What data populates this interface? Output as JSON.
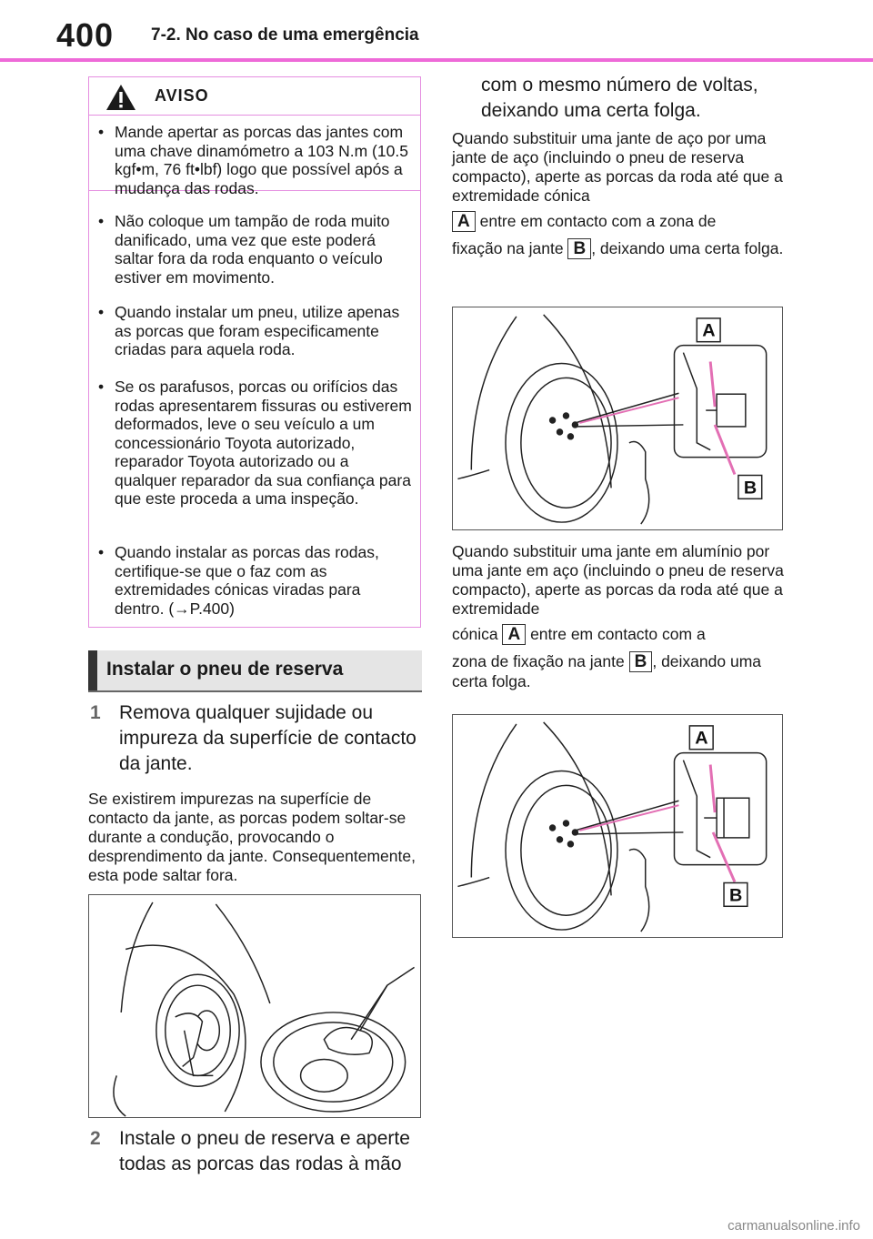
{
  "header": {
    "page_number": "400",
    "section": "7-2. No caso de uma emergência"
  },
  "warning": {
    "title": "AVISO",
    "items": [
      "Mande apertar as porcas das jantes com uma chave dinamómetro a 103 N.m (10.5 kgf•m, 76 ft•lbf) logo que possível após a mudança das rodas.",
      "Não coloque um tampão de roda muito danificado, uma vez que este poderá saltar fora da roda enquanto o veículo estiver em movimento.",
      "Quando instalar um pneu, utilize apenas as porcas que foram especificamente criadas para aquela roda.",
      "Se os parafusos, porcas ou orifícios das rodas apresentarem fissuras ou estiverem deformados, leve o seu veículo a um concessionário Toyota autorizado, reparador Toyota autorizado ou a qualquer reparador da sua confiança para que este proceda a uma inspeção.",
      "Quando instalar as porcas das rodas, certifique-se que o faz com as extremidades cónicas viradas para dentro. (→P.400)"
    ]
  },
  "section_title": "Instalar o pneu de reserva",
  "steps": [
    {
      "number": "1",
      "text": "Remova qualquer sujidade ou impureza da superfície de contacto da jante."
    },
    {
      "number": "2",
      "text": "Instale o pneu de reserva e aperte todas as porcas das rodas à mão com o mesmo número de voltas, deixando uma certa folga."
    }
  ],
  "step1_note": "Se existirem impurezas na superfície de contacto da jante, as porcas podem soltar-se durante a condução, provocando o desprendimento da jante. Consequentemente, esta pode saltar fora.",
  "steel": {
    "p1": "Quando substituir uma jante de aço por uma jante de aço (incluindo o pneu de reserva compacto), aperte as porcas da roda até que a extremidade cónica",
    "p2": "entre em contacto com a zona de",
    "p3": "fixação na jante",
    "p4": ", deixando uma certa folga."
  },
  "alu": {
    "p1": "Quando substituir uma jante em alumínio por uma jante em aço (incluindo o pneu de reserva compacto), aperte as porcas da roda até que a extremidade",
    "p2": "cónica",
    "p3": "entre em contacto com a",
    "p4": "zona de fixação na jante",
    "p5": ", deixando uma certa folga."
  },
  "labels": {
    "a": "A",
    "b": "B"
  },
  "watermark": "carmanualsonline.info"
}
